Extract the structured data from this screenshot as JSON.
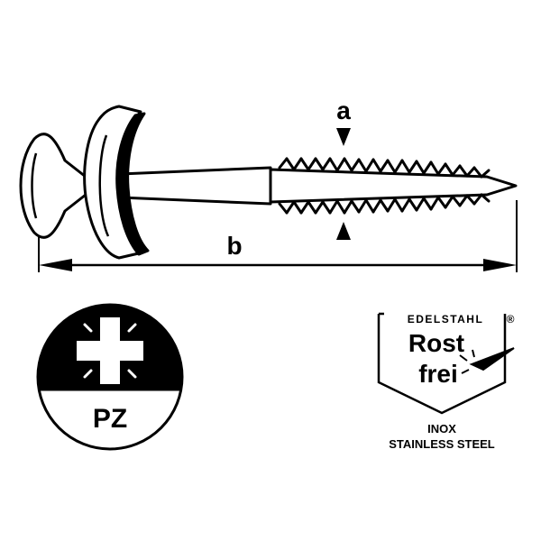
{
  "dimensions": {
    "a": "a",
    "b": "b"
  },
  "drive": {
    "label": "PZ"
  },
  "badge": {
    "brand": "EDELSTAHL",
    "registered": "®",
    "line1": "Rost",
    "line2": "frei",
    "inox": "INOX",
    "stainless": "STAINLESS STEEL"
  },
  "colors": {
    "ink": "#000000",
    "paper": "#ffffff"
  }
}
